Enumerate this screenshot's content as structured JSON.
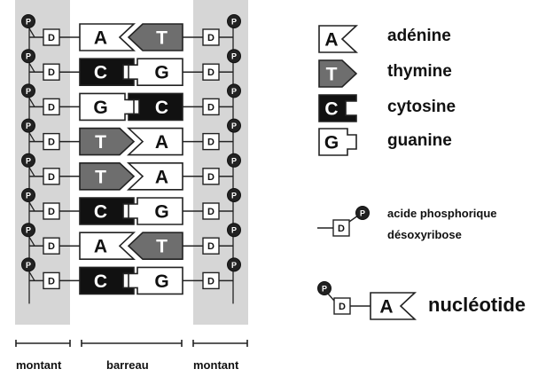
{
  "diagram": {
    "rows": [
      {
        "left": "A",
        "right": "T"
      },
      {
        "left": "C",
        "right": "G"
      },
      {
        "left": "G",
        "right": "C"
      },
      {
        "left": "T",
        "right": "A"
      },
      {
        "left": "T",
        "right": "A"
      },
      {
        "left": "C",
        "right": "G"
      },
      {
        "left": "A",
        "right": "T"
      },
      {
        "left": "C",
        "right": "G"
      }
    ],
    "sugar_letter": "D",
    "phosphate_letter": "P",
    "legend": [
      {
        "base": "A",
        "name": "adénine"
      },
      {
        "base": "T",
        "name": "thymine"
      },
      {
        "base": "C",
        "name": "cytosine"
      },
      {
        "base": "G",
        "name": "guanine"
      }
    ],
    "legend_sugar_phosphate": [
      "acide phosphorique",
      "désoxyribose"
    ],
    "nucleotide_base": "A",
    "nucleotide_label": "nucléotide",
    "bottom_labels": {
      "left": "montant",
      "middle": "barreau",
      "right": "montant"
    },
    "colors": {
      "backbone": "#d6d6d6",
      "thymine": "#6e6e6e",
      "cytosine": "#111111",
      "outline": "#222222"
    }
  }
}
